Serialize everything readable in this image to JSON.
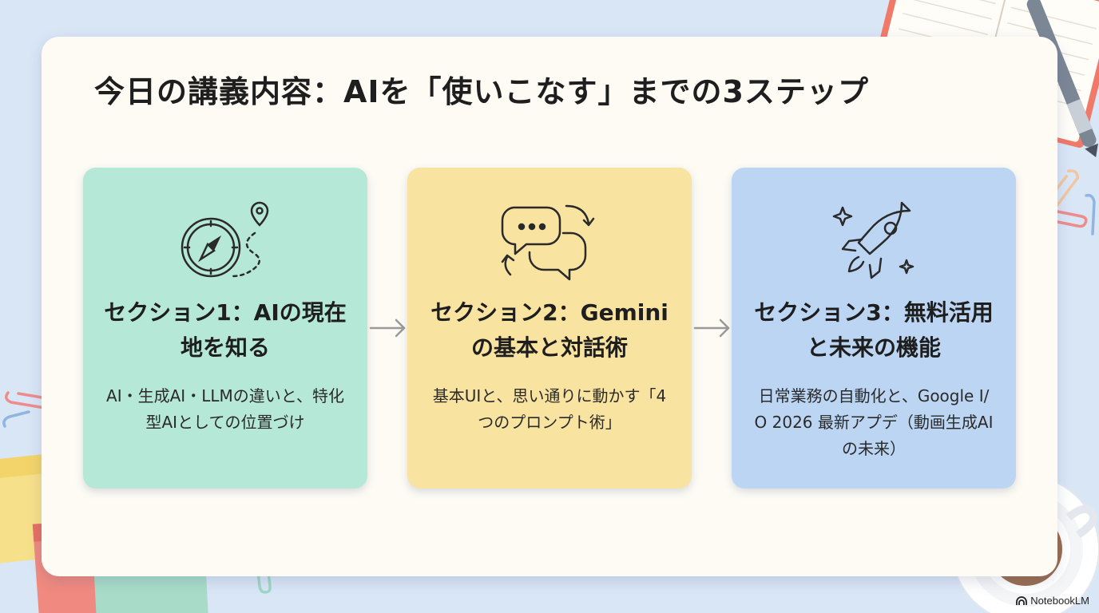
{
  "slide": {
    "title": "今日の講義内容：AIを「使いこなす」までの3ステップ"
  },
  "cards": [
    {
      "heading": "セクション1：AIの現在地を知る",
      "description": "AI・生成AI・LLMの違いと、特化型AIとしての位置づけ",
      "icon": "compass-route-icon",
      "color": "#b6e8d8"
    },
    {
      "heading": "セクション2：Geminiの基本と対話術",
      "description": "基本UIと、思い通りに動かす「4つのプロンプト術」",
      "icon": "chat-bubbles-icon",
      "color": "#f9e3a0"
    },
    {
      "heading": "セクション3：無料活用と未来の機能",
      "description": "日常業務の自動化と、Google I/O 2026 最新アプデ（動画生成AIの未来）",
      "icon": "rocket-icon",
      "color": "#bcd5f3"
    }
  ],
  "branding": {
    "label": "NotebookLM"
  }
}
